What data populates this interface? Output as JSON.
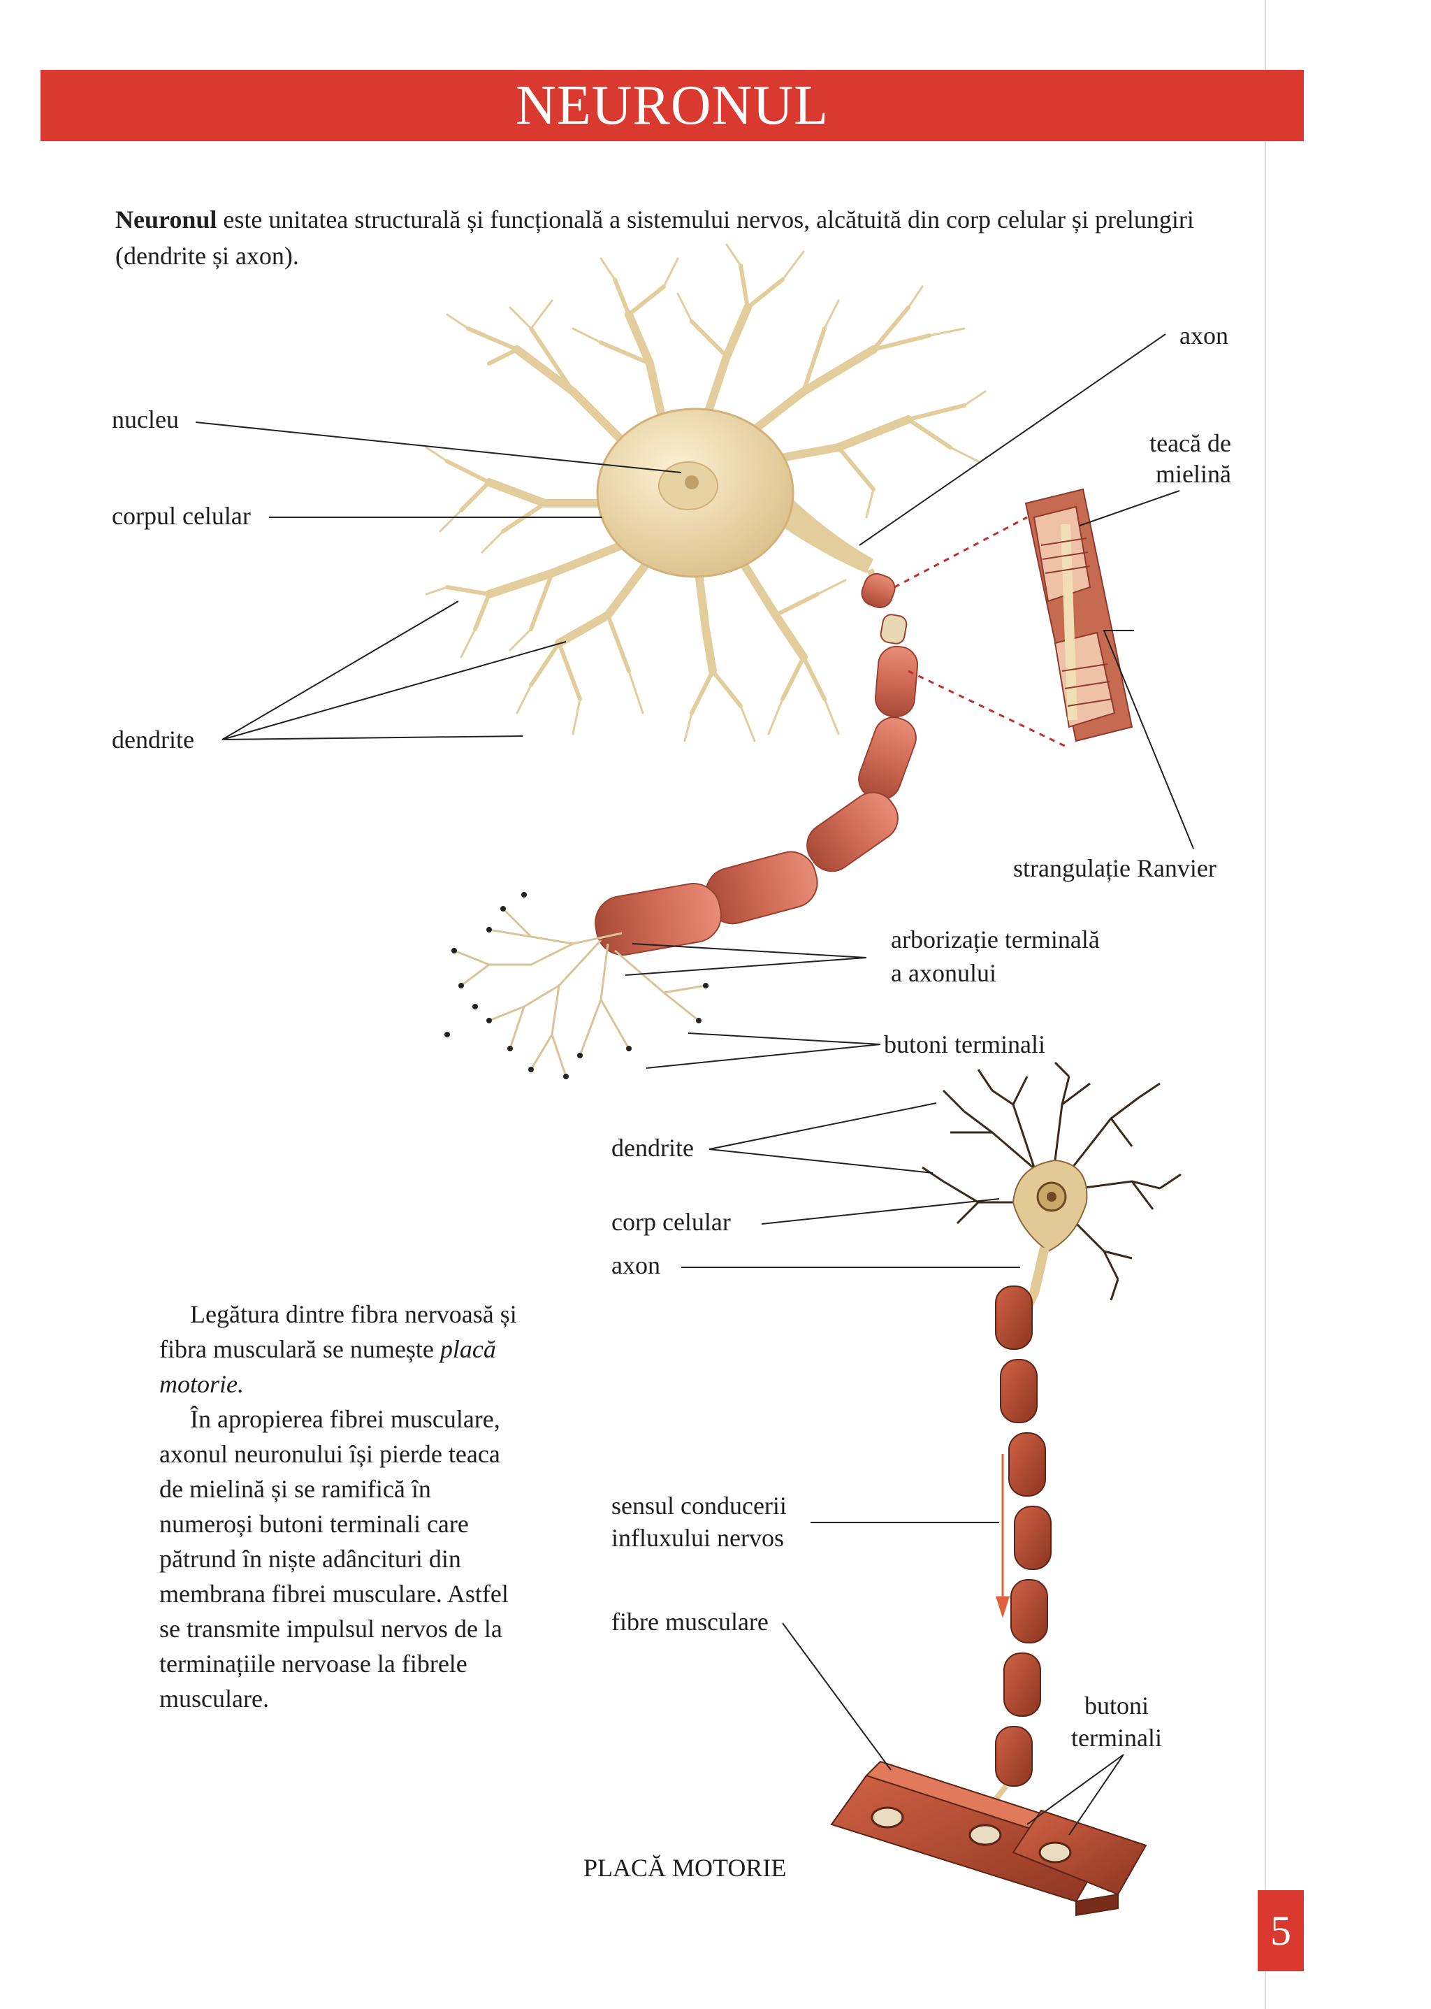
{
  "header": {
    "title": "NEURONUL"
  },
  "intro": {
    "lead": "Neuronul",
    "rest": " este unitatea structurală și funcțională a sistemului nervos, alcătuită din corp celular și prelungiri (dendrite și axon)."
  },
  "labels": {
    "nucleu": "nucleu",
    "corpul_celular": "corpul celular",
    "dendrite_top": "dendrite",
    "axon_top": "axon",
    "teaca_line1": "teacă de",
    "teaca_line2": "mielină",
    "strangulatie": "strangulație Ranvier",
    "arborizatie_line1": "arborizație terminală",
    "arborizatie_line2": "a axonului",
    "butoni_terminali_top": "butoni terminali",
    "dendrite_bottom": "dendrite",
    "corp_celular_bottom": "corp celular",
    "axon_bottom": "axon",
    "sensul_line1": "sensul conducerii",
    "sensul_line2": "influxului nervos",
    "fibre_musculare": "fibre musculare",
    "butoni_line1": "butoni",
    "butoni_line2": "terminali",
    "placa_motorie": "PLACĂ MOTORIE"
  },
  "side_text": {
    "p1_start": "Legătura dintre fibra nervoasă și fibra musculară se numește ",
    "p1_em": "placă motorie.",
    "p2": "În apropierea fibrei musculare, axonul neuronului își pierde teaca de mielină și se ramifică în numeroși butoni terminali care pătrund în niște adâncituri din membrana fibrei musculare. Astfel se transmite impulsul nervos de la terminațiile nervoase la fibrele musculare."
  },
  "page_number": "5",
  "colors": {
    "band": "#d9392f",
    "cell_body": "#f0ddb0",
    "myelin": "#cf6a55",
    "muscle": "#b0452f"
  }
}
